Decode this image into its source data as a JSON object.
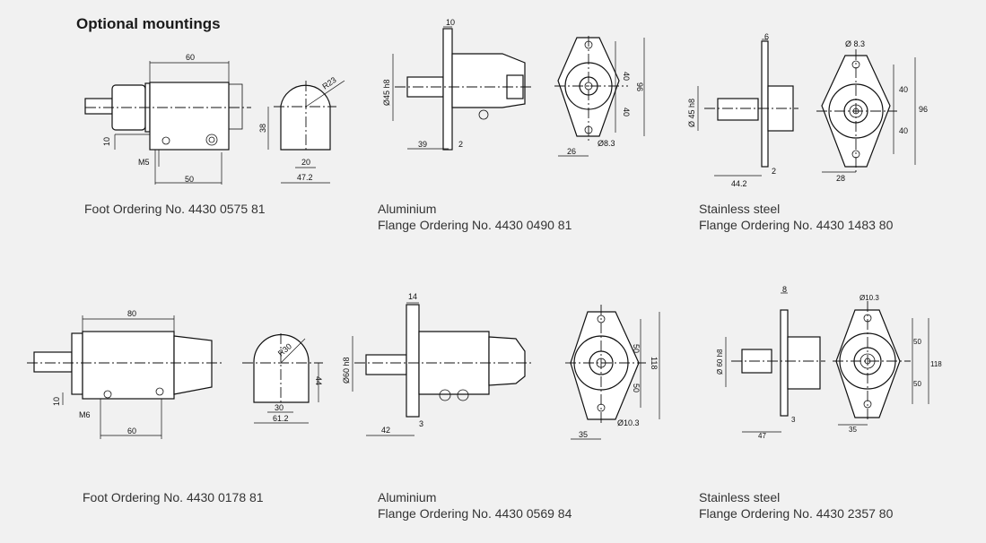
{
  "title": "Optional mountings",
  "items": [
    {
      "line1": "Foot Ordering No. 4430 0575 81",
      "line2": "",
      "dims": {
        "len": "60",
        "h": "10",
        "thread": "M5",
        "spacing": "50",
        "radius": "R23",
        "height": "38",
        "inner": "20",
        "width": "47.2"
      }
    },
    {
      "line1": "Aluminium",
      "line2": "Flange Ordering No. 4430 0490 81",
      "dims": {
        "thick": "10",
        "dia": "Ø45 h8",
        "shaft": "39",
        "gap": "2",
        "top": "40",
        "bottom": "40",
        "total": "96",
        "offset": "26",
        "hole": "Ø8.3"
      }
    },
    {
      "line1": "Stainless steel",
      "line2": "Flange Ordering No. 4430 1483 80",
      "dims": {
        "thick": "6",
        "dia": "Ø 45 h8",
        "shaft": "44.2",
        "gap": "2",
        "hole": "Ø 8.3",
        "top": "40",
        "bottom": "40",
        "total": "96",
        "offset": "28"
      }
    },
    {
      "line1": "Foot Ordering No. 4430 0178 81",
      "line2": "",
      "dims": {
        "len": "80",
        "h": "10",
        "thread": "M6",
        "spacing": "60",
        "radius": "R30",
        "height": "44",
        "inner": "30",
        "width": "61.2"
      }
    },
    {
      "line1": "Aluminium",
      "line2": "Flange Ordering No. 4430 0569 84",
      "dims": {
        "thick": "14",
        "dia": "Ø60 h8",
        "shaft": "42",
        "gap": "3",
        "top": "50",
        "bottom": "50",
        "total": "118",
        "offset": "35",
        "hole": "Ø10.3"
      }
    },
    {
      "line1": "Stainless steel",
      "line2": "Flange Ordering No. 4430 2357 80",
      "dims": {
        "thick": "8",
        "dia": "Ø 60 h8",
        "shaft": "47",
        "gap": "3",
        "hole": "Ø10.3",
        "top": "50",
        "bottom": "50",
        "total": "118",
        "offset": "35"
      }
    }
  ]
}
